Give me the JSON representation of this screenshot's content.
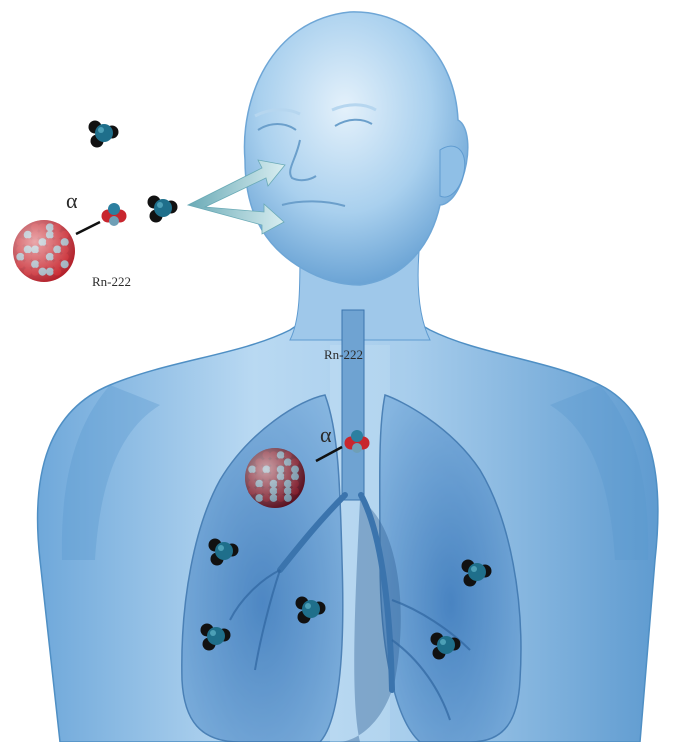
{
  "labels": {
    "rn_outside": "Rn-222",
    "rn_trachea": "Rn-222",
    "alpha_outside": "α",
    "alpha_lung": "α"
  },
  "colors": {
    "background": "#ffffff",
    "skin_light": "#cfe6f7",
    "skin_mid": "#8fc0e6",
    "skin_dark": "#4f8fc4",
    "lung_fill": "#3f7fc0",
    "nucleus_red": "#c8262e",
    "nucleus_grey": "#9fb0bd",
    "decay_teal": "#1f6f8b",
    "decay_black": "#111111",
    "arrow": "#8fc3c9"
  },
  "icons": {
    "radon_nucleus": "radon-nucleus-icon",
    "alpha_particle": "alpha-particle-icon",
    "decay_product": "decay-product-icon",
    "inhalation_arrow": "inhalation-arrow-icon"
  }
}
